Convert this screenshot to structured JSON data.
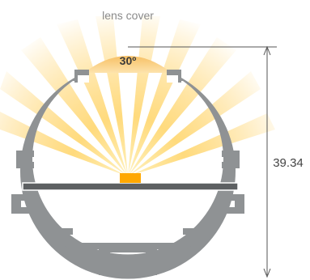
{
  "diagram": {
    "lens_cover_label": "lens cover",
    "beam_angle_label": "30º",
    "height_dimension_label": "39.34",
    "colors": {
      "light_beam": "#ffc233",
      "lens": "#f9c56f",
      "profile": "#8f9294",
      "profile_dark": "#6e7072",
      "led": "#ffa800",
      "dimension_line": "#555555"
    }
  }
}
